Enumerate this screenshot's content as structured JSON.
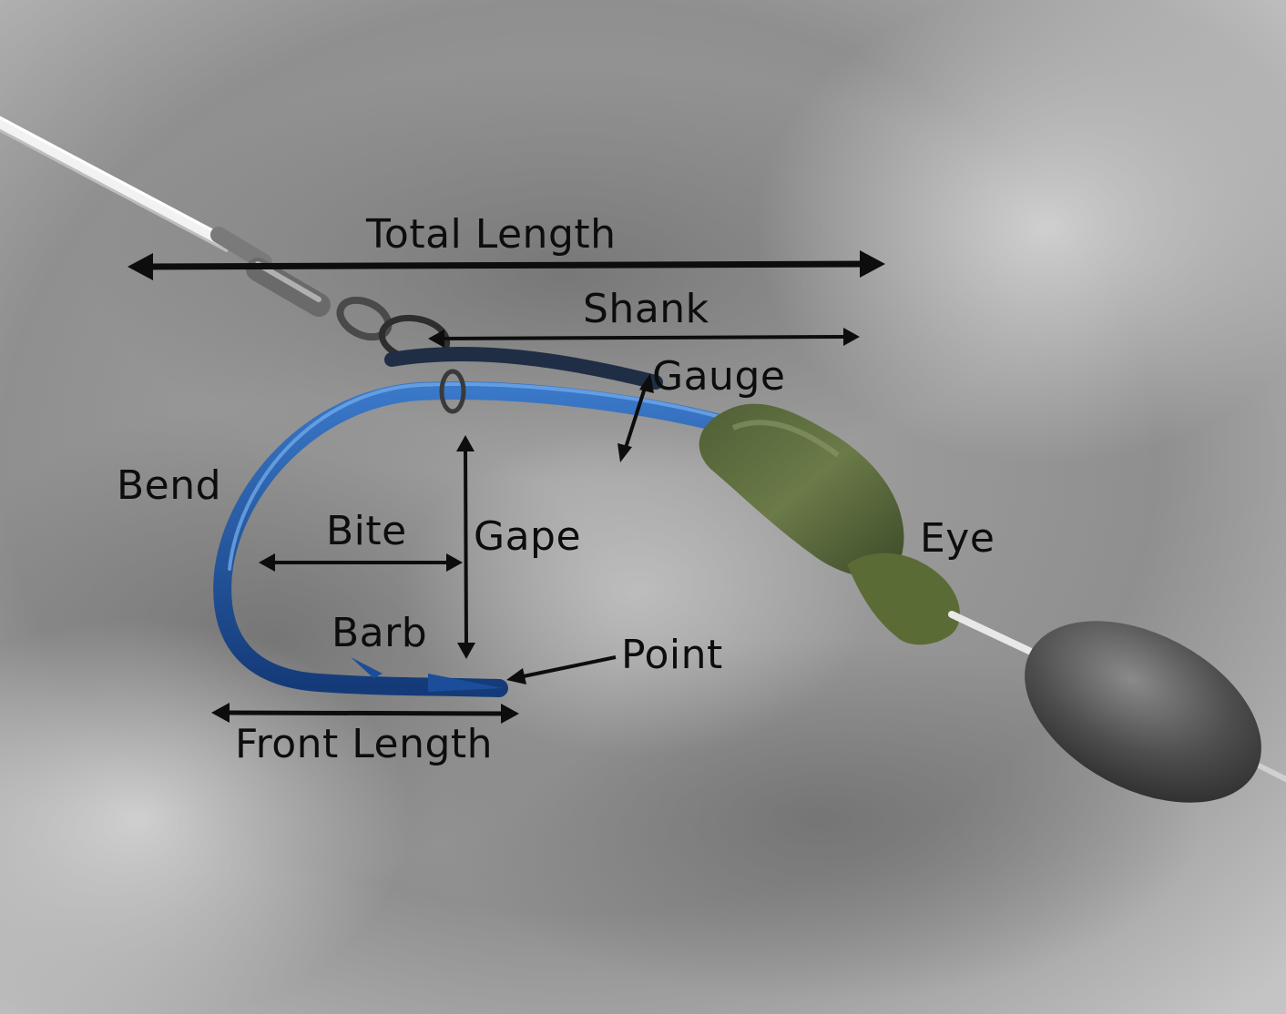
{
  "labels": {
    "total_length": "Total Length",
    "shank": "Shank",
    "gauge": "Gauge",
    "bend": "Bend",
    "bite": "Bite",
    "gape": "Gape",
    "eye": "Eye",
    "barb": "Barb",
    "point": "Point",
    "front_length": "Front Length"
  },
  "colors": {
    "hook": "#1f4f9a",
    "sleeve": "#5a6b3c",
    "weight": "#4c4c4c",
    "line": "#e8e8e8",
    "annotation": "#0d0d0d"
  }
}
